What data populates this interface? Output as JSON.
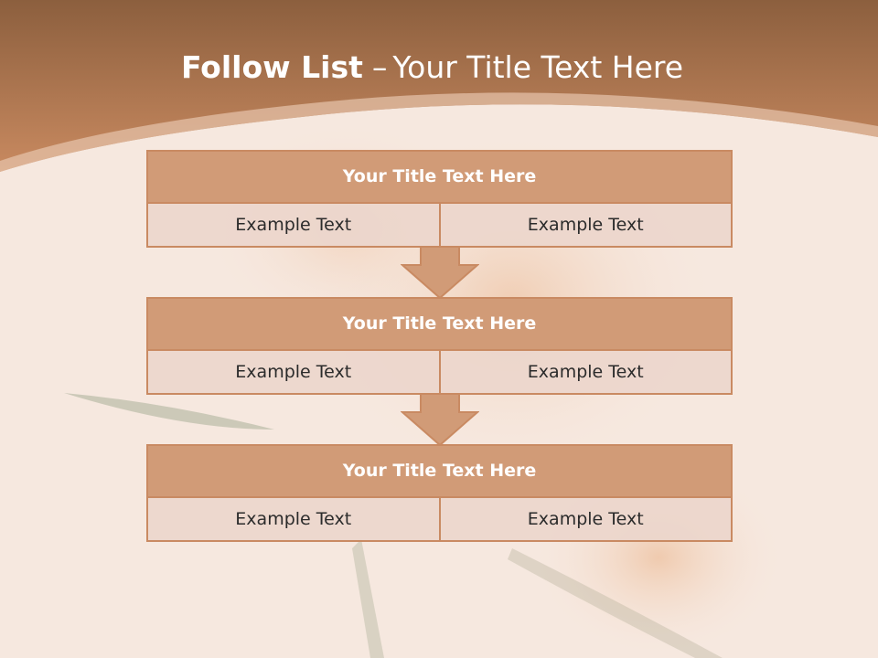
{
  "slide": {
    "title_bold": "Follow List",
    "title_dash": "–",
    "title_rest": "Your Title Text Here"
  },
  "steps": [
    {
      "title": "Your Title Text Here",
      "left": "Example Text",
      "right": "Example Text"
    },
    {
      "title": "Your Title Text Here",
      "left": "Example Text",
      "right": "Example Text"
    },
    {
      "title": "Your Title Text Here",
      "left": "Example Text",
      "right": "Example Text"
    }
  ],
  "colors": {
    "header_band": "#b8774c",
    "block_header": "#d19b77",
    "block_border": "#c98a62",
    "cell_fill": "#ecd6cc",
    "title_text": "#ffffff"
  }
}
